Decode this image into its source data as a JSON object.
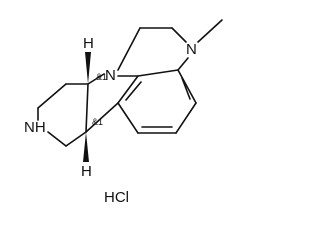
{
  "molecule": {
    "atoms": {
      "n_ring_a": "N",
      "n_ring_b": "N",
      "n_amine": "NH",
      "h_top": "H",
      "h_bottom": "H"
    },
    "stereo_labels": {
      "top": "&1",
      "bottom": "&1"
    },
    "methyl_label": "",
    "salt": "HCl"
  }
}
